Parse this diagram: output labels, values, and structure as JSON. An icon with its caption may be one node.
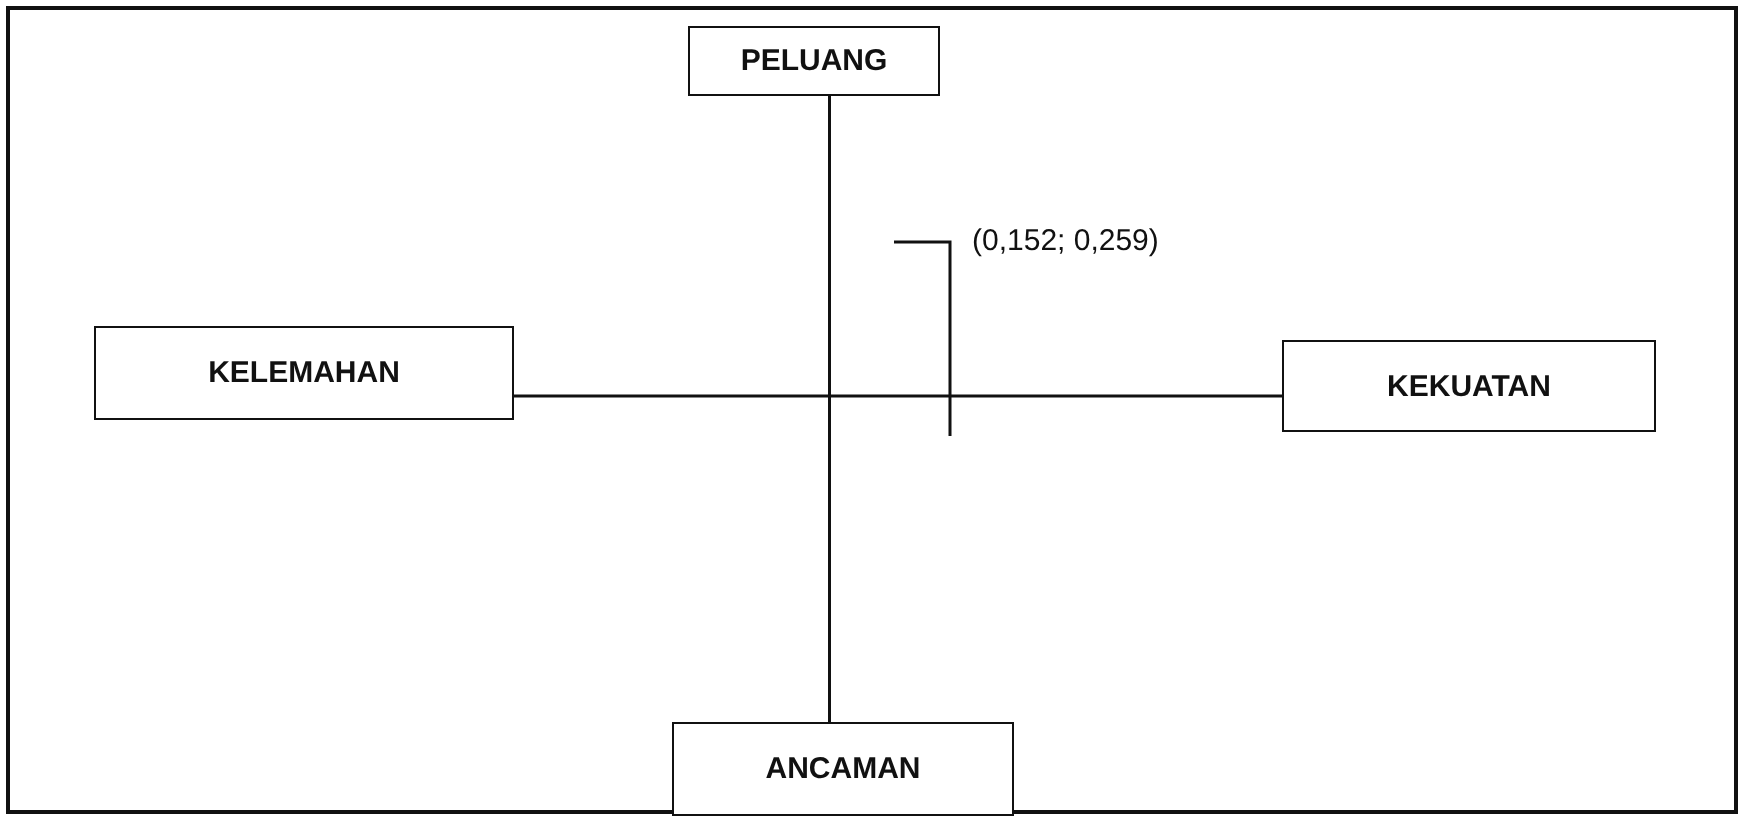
{
  "diagram": {
    "nodes": [
      {
        "text": [
          "PELUANG"
        ]
      },
      {
        "text": [
          "KELEMAHAN"
        ]
      },
      {
        "text": [
          "KEKUATAN"
        ]
      },
      {
        "text": [
          "ANCAMAN"
        ]
      }
    ],
    "edges": [
      {
        "from": 0,
        "to": 3,
        "arrow": "none"
      },
      {
        "from": 1,
        "to": 2,
        "arrow": "none"
      }
    ],
    "labels": [
      "(0,152; 0,259)"
    ]
  }
}
